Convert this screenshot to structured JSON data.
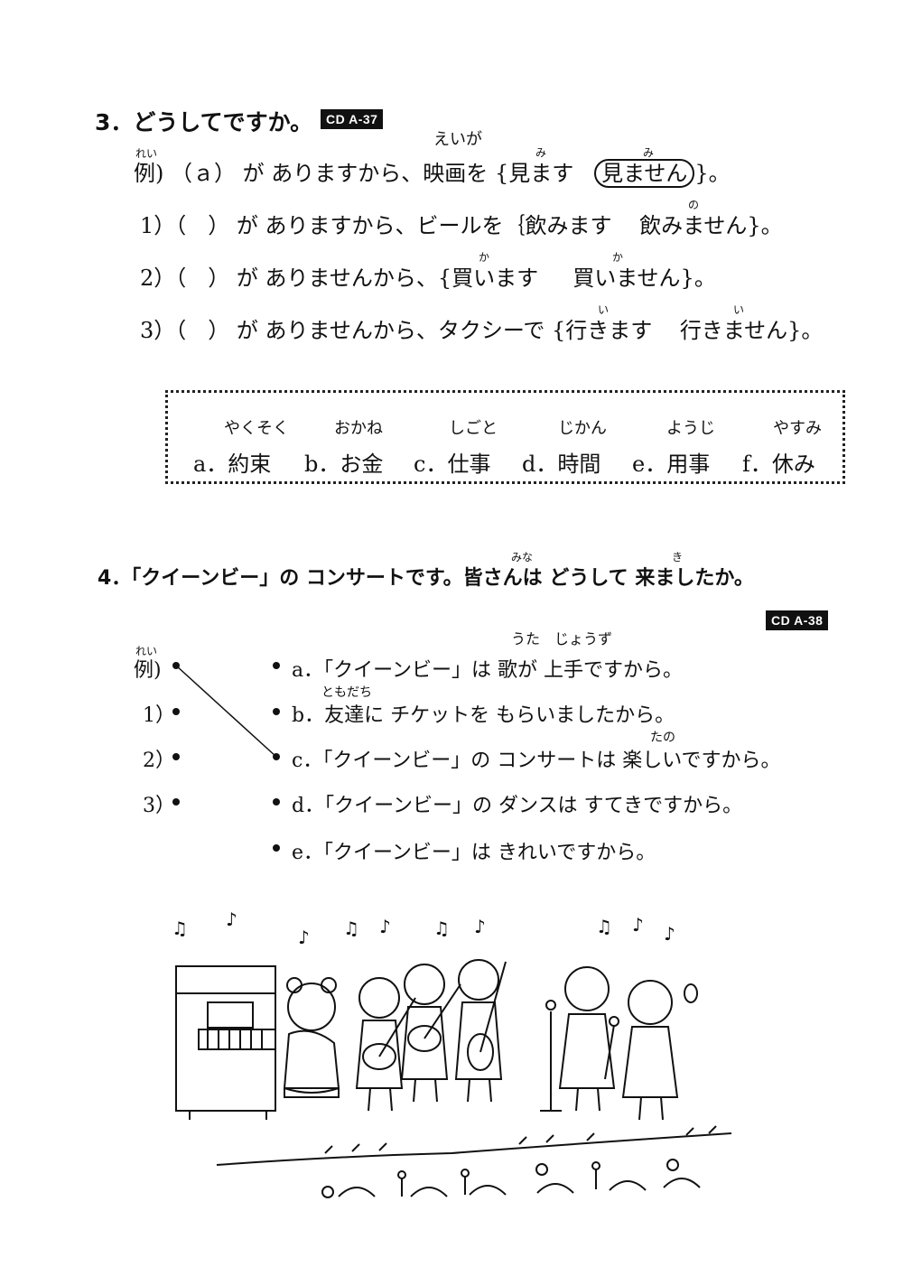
{
  "q3": {
    "title": "3．どうしてですか。",
    "cd": "CD A-37",
    "example": {
      "label": "例)",
      "label_reading": "れい",
      "blank": "（ａ）",
      "pre": "が ありますから、",
      "noun": "映画を",
      "noun_reading": "えいが",
      "opt1": "{見ます",
      "opt1_reading": "み",
      "opt2": "見ません",
      "opt2_reading": "み",
      "end": "}。"
    },
    "items": [
      {
        "num": "1）（　）",
        "text": "が ありますから、ビールを｛飲みます",
        "opt2": "飲みません}。",
        "reading": "の"
      },
      {
        "num": "2）（　）",
        "text": "が ありませんから、{買います",
        "opt2": "買いません}。",
        "reading1": "か",
        "reading2": "か"
      },
      {
        "num": "3）（　）",
        "text": "が ありませんから、タクシーで {行きます",
        "opt2": "行きません}。",
        "reading1": "い",
        "reading2": "い"
      }
    ],
    "choices": [
      {
        "label": "a．約束",
        "reading": "やくそく"
      },
      {
        "label": "b．お金",
        "reading": "おかね"
      },
      {
        "label": "c．仕事",
        "reading": "しごと"
      },
      {
        "label": "d．時間",
        "reading": "じかん"
      },
      {
        "label": "e．用事",
        "reading": "ようじ"
      },
      {
        "label": "f．休み",
        "reading": "やすみ"
      }
    ]
  },
  "q4": {
    "title": "4．「クイーンビー」の コンサートです。皆さんは どうして 来ましたか。",
    "reading_mina": "みな",
    "reading_ki": "き",
    "cd": "CD A-38",
    "left": [
      {
        "label": "例)",
        "reading": "れい"
      },
      {
        "label": "1）"
      },
      {
        "label": "2）"
      },
      {
        "label": "3）"
      }
    ],
    "right": [
      {
        "text": "a．「クイーンビー」は 歌が 上手ですから。",
        "reading": "うた　じょうず"
      },
      {
        "text": "b．友達に チケットを もらいましたから。",
        "reading": "ともだち"
      },
      {
        "text": "c．「クイーンビー」の コンサートは 楽しいですから。",
        "reading": "たの"
      },
      {
        "text": "d．「クイーンビー」の ダンスは すてきですから。"
      },
      {
        "text": "e．「クイーンビー」は きれいですから。"
      }
    ]
  }
}
